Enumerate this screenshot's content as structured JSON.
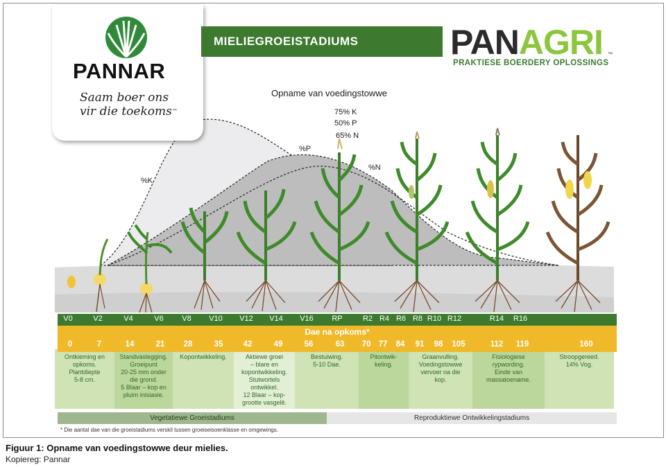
{
  "title": "MIELIEGROEISTADIUMS",
  "pannar": {
    "name": "PANNAR",
    "slogan_line1": "Saam boer ons",
    "slogan_line2": "vir die toekoms",
    "tm": "™"
  },
  "panagri": {
    "name_part1": "PAN",
    "name_part2": "AGRI",
    "tagline": "PRAKTIESE BOERDERY OPLOSSINGS",
    "tm": "™"
  },
  "uptake": {
    "title": "Opname van voedingstowwe",
    "k_label": "%K",
    "p_label": "%P",
    "n_label": "%N",
    "k_total": "75% K",
    "p_total": "50% P",
    "n_total": "65% N"
  },
  "stages": [
    "V0",
    "V2",
    "V4",
    "V6",
    "V8",
    "V10",
    "V12",
    "V14",
    "V16",
    "RP",
    "R2",
    "R4",
    "R6",
    "R8",
    "R10",
    "R12",
    "R14",
    "R16"
  ],
  "days_title": "Dae na opkoms*",
  "days": [
    "0",
    "7",
    "14",
    "21",
    "28",
    "35",
    "42",
    "49",
    "56",
    "63",
    "70",
    "77",
    "84",
    "91",
    "98",
    "105",
    "112",
    "119",
    "160"
  ],
  "descriptions": [
    [
      "Ontkieming en",
      "opkoms.",
      "Plantdiepte",
      "5-8 cm."
    ],
    [
      "Standvaslegging.",
      "Groeipunt",
      "20-25 mm onder",
      "die grond.",
      "5 Blaar – kop en",
      "pluim inisiasie."
    ],
    [
      "Kopontwikkeling."
    ],
    [
      "Aktiewe groei",
      "– blare en",
      "kopontwikkeling.",
      "Stutwortels",
      "ontwikkel.",
      "12 Blaar – kop-",
      "grootte vasgelê."
    ],
    [
      "Bestuiwing.",
      "5-10 Dae."
    ],
    [
      "Pitontwik-",
      "keling."
    ],
    [
      "Graanvulling.",
      "Voedingstowwe",
      "vervoer na die",
      "kop."
    ],
    [
      "Fisiologiese",
      "rypwording.",
      "Einde van",
      "massatoename."
    ],
    [
      "Stroopgereed.",
      "14% Vog."
    ]
  ],
  "vegetative_label": "Vegetatiewe Groeistadiums",
  "reproductive_label": "Reproduktiewe Ontwikkelingstadiums",
  "footnote": "* Die aantal dae van die groeistadiums verskil tussen groeiseisoenklasse en omgewings.",
  "caption": "Figuur 1: Opname van voedingstowwe deur mielies.",
  "credit": "Kopiereg: Pannar",
  "colors": {
    "green_dark": "#3d7a2f",
    "green_light": "#8cc63f",
    "gold": "#f0b929",
    "box_green": "#cfe3b5"
  }
}
